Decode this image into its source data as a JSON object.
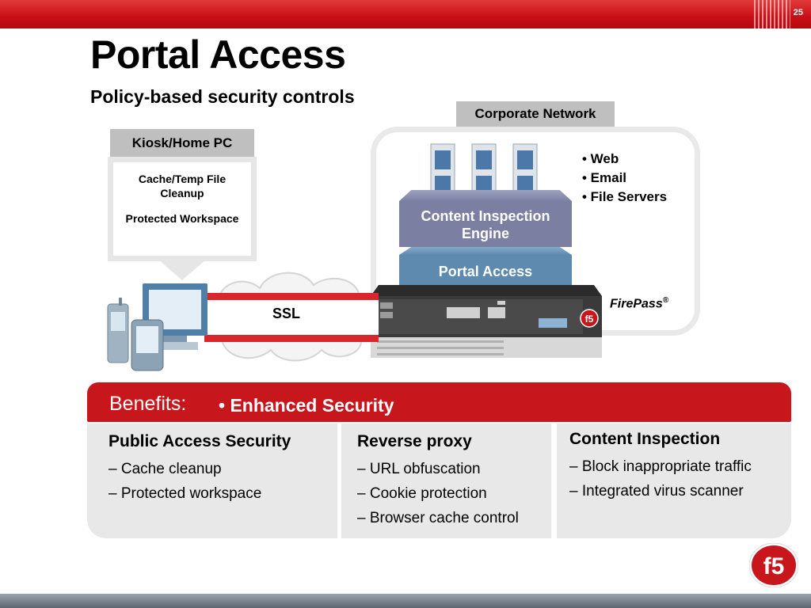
{
  "slide_number": "25",
  "title": "Portal Access",
  "subtitle": "Policy-based security controls",
  "diagram": {
    "corporate_network_label": "Corporate Network",
    "kiosk_label": "Kiosk/Home PC",
    "kiosk_lines": [
      "Cache/Temp File",
      "Cleanup",
      "Protected Workspace"
    ],
    "services": [
      "• Web",
      "• Email",
      "• File Servers"
    ],
    "content_inspection_engine": [
      "Content Inspection",
      "Engine"
    ],
    "portal_access_layer": "Portal Access",
    "ssl_label": "SSL",
    "firepass_label": "FirePass",
    "firepass_mark": "®",
    "appliance_logo_text": "f5"
  },
  "benefits": {
    "label": "Benefits:",
    "highlight": "• Enhanced Security",
    "columns": [
      {
        "heading": "Public Access Security",
        "items": [
          "– Cache cleanup",
          "– Protected workspace"
        ]
      },
      {
        "heading": "Reverse proxy",
        "items": [
          "– URL obfuscation",
          "– Cookie protection",
          "– Browser cache control"
        ]
      },
      {
        "heading": "Content Inspection",
        "items": [
          "– Block inappropriate traffic",
          "– Integrated virus scanner"
        ]
      }
    ]
  },
  "logo_text": "f5",
  "colors": {
    "brand_red": "#c8161d",
    "engine_layer": "#7b80a3",
    "portal_layer": "#5e8aaf",
    "panel": "#e8e8e8"
  }
}
